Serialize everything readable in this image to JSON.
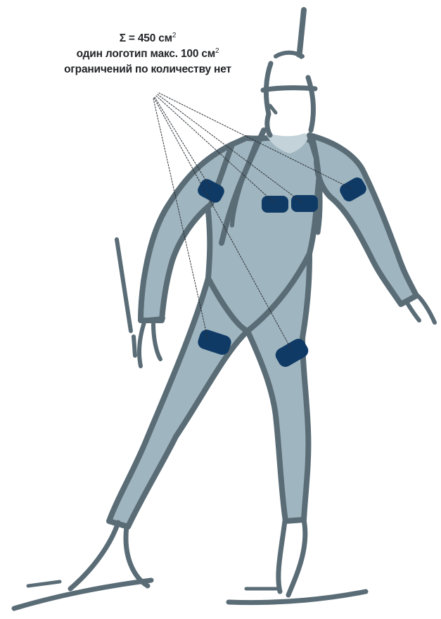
{
  "annotation": {
    "total_prefix": "Σ = 450 см",
    "total_sup": "2",
    "max_prefix": "один логотип макс. 100 см",
    "max_sup": "2",
    "limit_text": "ограничений по количеству нет"
  },
  "colors": {
    "suit_fill": "#9fb5bf",
    "suit_outline": "#5a6c76",
    "neck_fill": "#c4d3da",
    "logo_patch": "#0f3a66",
    "leader_line": "#2b2f35",
    "caption_text": "#222428"
  },
  "logo_zones": [
    {
      "name": "right-shoulder"
    },
    {
      "name": "chest-right"
    },
    {
      "name": "chest-left"
    },
    {
      "name": "left-upper-arm"
    },
    {
      "name": "right-thigh"
    },
    {
      "name": "left-thigh"
    }
  ]
}
